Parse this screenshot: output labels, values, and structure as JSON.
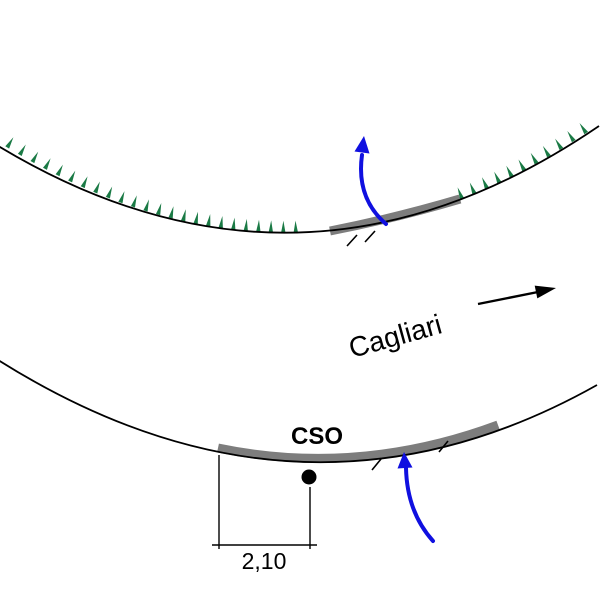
{
  "diagram": {
    "direction_label": "Cagliari",
    "stop_label": "CSO",
    "dimension_label": "2,10"
  },
  "colors": {
    "vegetation": "#1a7a45",
    "flow_arrow": "#1010e0",
    "stop_bar": "#7d7d7d",
    "ink": "#000000"
  }
}
